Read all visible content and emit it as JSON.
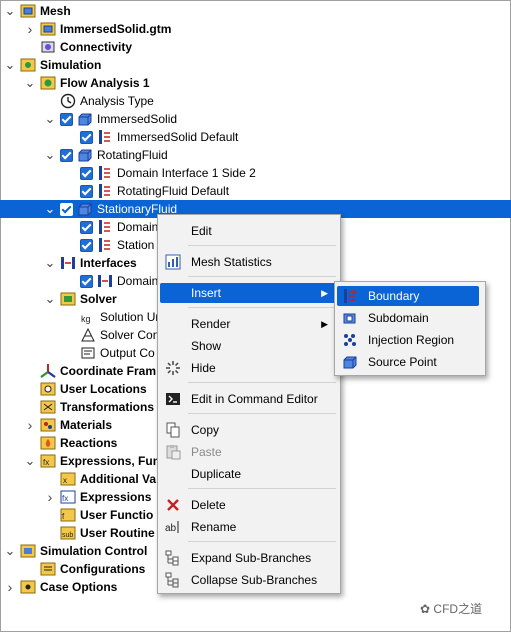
{
  "tree": [
    {
      "label": "Mesh",
      "bold": true,
      "expanded": true,
      "icon": "mesh-icon"
    },
    {
      "label": "ImmersedSolid.gtm",
      "bold": true,
      "expanded": false,
      "icon": "mesh-file-icon"
    },
    {
      "label": "Connectivity",
      "bold": true,
      "icon": "connectivity-icon"
    },
    {
      "label": "Simulation",
      "bold": true,
      "expanded": true,
      "icon": "simulation-icon"
    },
    {
      "label": "Flow Analysis 1",
      "bold": true,
      "expanded": true,
      "icon": "flow-analysis-icon"
    },
    {
      "label": "Analysis Type",
      "bold": false,
      "icon": "clock-icon"
    },
    {
      "label": "ImmersedSolid",
      "bold": false,
      "expanded": true,
      "checked": true,
      "icon": "domain-icon"
    },
    {
      "label": "ImmersedSolid Default",
      "bold": false,
      "checked": true,
      "icon": "boundary-icon"
    },
    {
      "label": "RotatingFluid",
      "bold": false,
      "expanded": true,
      "checked": true,
      "icon": "domain-icon"
    },
    {
      "label": "Domain Interface 1 Side 2",
      "bold": false,
      "checked": true,
      "icon": "boundary-icon"
    },
    {
      "label": "RotatingFluid Default",
      "bold": false,
      "checked": true,
      "icon": "boundary-icon"
    },
    {
      "label": "StationaryFluid",
      "bold": false,
      "expanded": true,
      "checked": true,
      "selected": true,
      "icon": "domain-icon"
    },
    {
      "label": "Domain",
      "bold": false,
      "checked": true,
      "icon": "boundary-icon"
    },
    {
      "label": "Station",
      "bold": false,
      "checked": true,
      "icon": "boundary-icon"
    },
    {
      "label": "Interfaces",
      "bold": true,
      "expanded": true,
      "icon": "interfaces-icon"
    },
    {
      "label": "Domain",
      "bold": false,
      "checked": true,
      "icon": "interface-icon"
    },
    {
      "label": "Solver",
      "bold": true,
      "expanded": true,
      "icon": "solver-icon"
    },
    {
      "label": "Solution Ur",
      "bold": false,
      "icon": "solution-units-icon"
    },
    {
      "label": "Solver Con",
      "bold": false,
      "icon": "solver-control-icon"
    },
    {
      "label": "Output Co",
      "bold": false,
      "icon": "output-control-icon"
    },
    {
      "label": "Coordinate Fram",
      "bold": true,
      "icon": "coordinate-frame-icon"
    },
    {
      "label": "User Locations",
      "bold": true,
      "icon": "user-locations-icon"
    },
    {
      "label": "Transformations",
      "bold": true,
      "icon": "transformations-icon"
    },
    {
      "label": "Materials",
      "bold": true,
      "expanded": false,
      "icon": "materials-icon"
    },
    {
      "label": "Reactions",
      "bold": true,
      "icon": "reactions-icon"
    },
    {
      "label": "Expressions, Fun",
      "bold": true,
      "expanded": true,
      "icon": "expressions-icon"
    },
    {
      "label": "Additional Va",
      "bold": true,
      "icon": "additional-variables-icon"
    },
    {
      "label": "Expressions",
      "bold": true,
      "expanded": false,
      "icon": "expressions-list-icon"
    },
    {
      "label": "User Functio",
      "bold": true,
      "icon": "user-functions-icon"
    },
    {
      "label": "User Routine",
      "bold": true,
      "icon": "user-routines-icon"
    },
    {
      "label": "Simulation Control",
      "bold": true,
      "expanded": true,
      "icon": "simulation-control-icon"
    },
    {
      "label": "Configurations",
      "bold": true,
      "icon": "configurations-icon"
    },
    {
      "label": "Case Options",
      "bold": true,
      "expanded": false,
      "icon": "case-options-icon"
    }
  ],
  "context_menu": {
    "edit": "Edit",
    "mesh_statistics": "Mesh Statistics",
    "insert": "Insert",
    "render": "Render",
    "show": "Show",
    "hide": "Hide",
    "edit_in_command_editor": "Edit in Command Editor",
    "copy": "Copy",
    "paste": "Paste",
    "duplicate": "Duplicate",
    "delete": "Delete",
    "rename": "Rename",
    "expand_sub_branches": "Expand Sub-Branches",
    "collapse_sub_branches": "Collapse Sub-Branches"
  },
  "insert_submenu": {
    "boundary": "Boundary",
    "subdomain": "Subdomain",
    "injection_region": "Injection Region",
    "source_point": "Source Point"
  },
  "watermark": "CFD之道"
}
